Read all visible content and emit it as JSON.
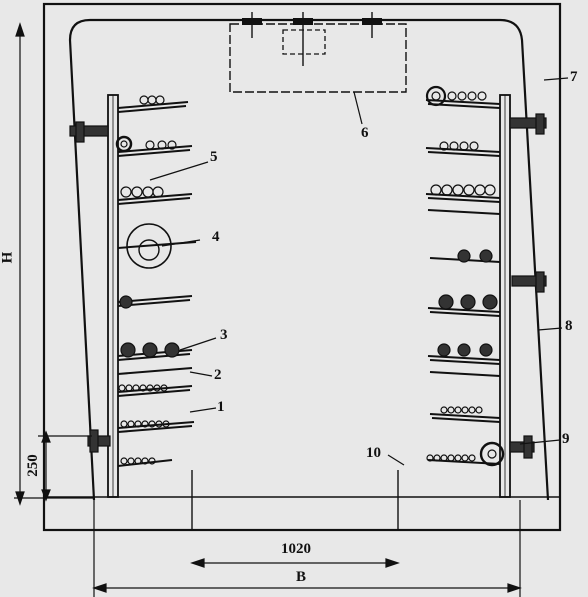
{
  "labels": {
    "n1": "1",
    "n2": "2",
    "n3": "3",
    "n4": "4",
    "n5": "5",
    "n6": "6",
    "n7": "7",
    "n8": "8",
    "n9": "9",
    "n10": "10",
    "dim_width_inner": "1020",
    "dim_width_total": "B",
    "dim_height_total": "H",
    "dim_height_base": "250"
  },
  "colors": {
    "background": "#e8e8e8",
    "line": "#111111",
    "fill_dark": "#333333"
  }
}
